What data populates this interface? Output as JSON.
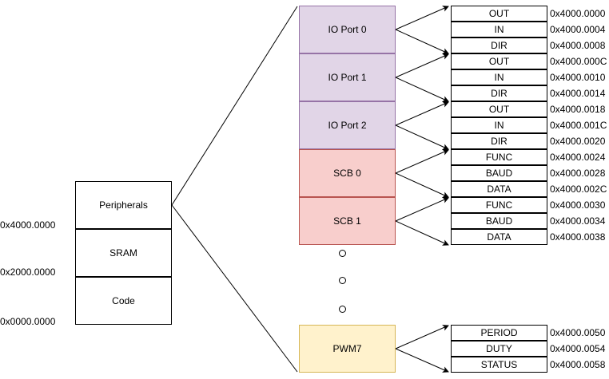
{
  "memory_map": {
    "regions": [
      {
        "label": "Peripherals",
        "start_address": "0x4000.0000"
      },
      {
        "label": "SRAM",
        "start_address": "0x2000.0000"
      },
      {
        "label": "Code",
        "start_address": "0x0000.0000"
      }
    ]
  },
  "peripherals": [
    {
      "label": "IO Port 0",
      "type": "io",
      "color": "#e1d5e7"
    },
    {
      "label": "IO Port 1",
      "type": "io",
      "color": "#e1d5e7"
    },
    {
      "label": "IO Port 2",
      "type": "io",
      "color": "#e1d5e7"
    },
    {
      "label": "SCB 0",
      "type": "scb",
      "color": "#f8cecc"
    },
    {
      "label": "SCB 1",
      "type": "scb",
      "color": "#f8cecc"
    },
    {
      "label": "PWM7",
      "type": "pwm",
      "color": "#fff2cc"
    }
  ],
  "ellipsis_dots": 3,
  "registers": [
    {
      "name": "OUT",
      "address": "0x4000.0000"
    },
    {
      "name": "IN",
      "address": "0x4000.0004"
    },
    {
      "name": "DIR",
      "address": "0x4000.0008"
    },
    {
      "name": "OUT",
      "address": "0x4000.000C"
    },
    {
      "name": "IN",
      "address": "0x4000.0010"
    },
    {
      "name": "DIR",
      "address": "0x4000.0014"
    },
    {
      "name": "OUT",
      "address": "0x4000.0018"
    },
    {
      "name": "IN",
      "address": "0x4000.001C"
    },
    {
      "name": "DIR",
      "address": "0x4000.0020"
    },
    {
      "name": "FUNC",
      "address": "0x4000.0024"
    },
    {
      "name": "BAUD",
      "address": "0x4000.0028"
    },
    {
      "name": "DATA",
      "address": "0x4000.002C"
    },
    {
      "name": "FUNC",
      "address": "0x4000.0030"
    },
    {
      "name": "BAUD",
      "address": "0x4000.0034"
    },
    {
      "name": "DATA",
      "address": "0x4000.0038"
    }
  ],
  "pwm_registers": [
    {
      "name": "PERIOD",
      "address": "0x4000.0050"
    },
    {
      "name": "DUTY",
      "address": "0x4000.0054"
    },
    {
      "name": "STATUS",
      "address": "0x4000.0058"
    }
  ]
}
